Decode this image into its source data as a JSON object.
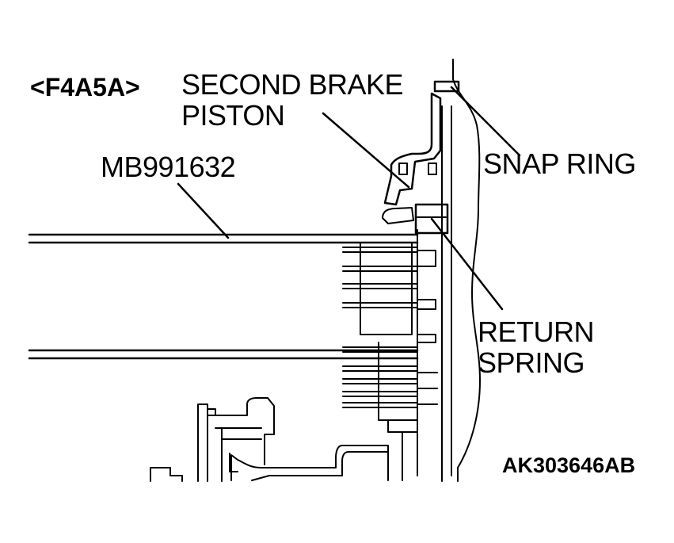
{
  "variant_label": "<F4A5A>",
  "labels": {
    "second_brake_piston": [
      "SECOND BRAKE",
      "PISTON"
    ],
    "tool": "MB991632",
    "snap_ring": "SNAP RING",
    "return_spring": [
      "RETURN",
      "SPRING"
    ]
  },
  "figure_code": "AK303646AB",
  "colors": {
    "line": "#000000",
    "background": "#ffffff"
  }
}
